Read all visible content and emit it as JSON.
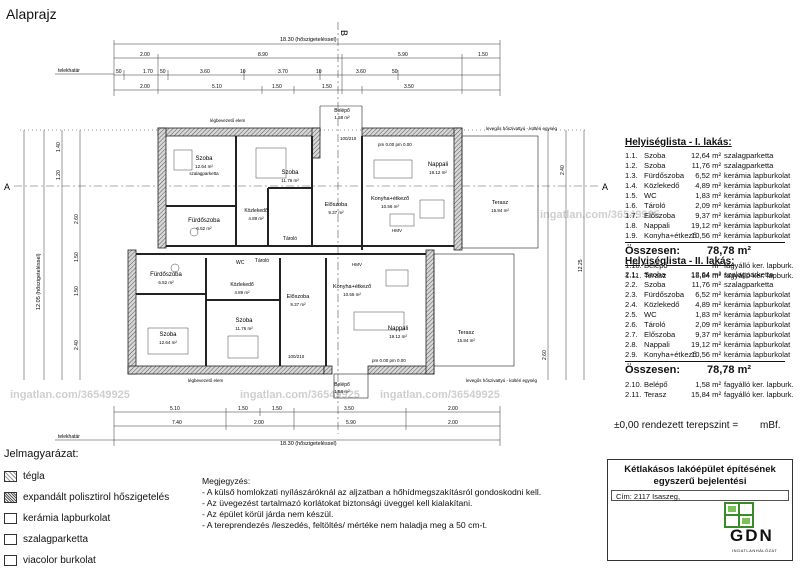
{
  "page_title": "Alaprajz",
  "section_marks": {
    "a": "A",
    "b": "B"
  },
  "overall_width": "18.30 (hőszigeteléssel)",
  "overall_width_bottom": "18.30 (hőszigeteléssel)",
  "overall_depth": "12.05 (hőszigeteléssel)",
  "terrain_label": "telekhatár",
  "dims_top_row1": [
    "2.00",
    "8.90",
    "5.90",
    "1.50"
  ],
  "dims_top_row2": [
    "50",
    "1.70",
    "50",
    "3.60",
    "10",
    "3.70",
    "10",
    "3.60",
    "50"
  ],
  "dims_top_row3": [
    "2.00",
    "5.10",
    "1.50",
    "1.50",
    "3.50"
  ],
  "dims_bottom_row1": [
    "5.10",
    "1.50",
    "1.50",
    "3.50",
    "2.00"
  ],
  "dims_bottom_row2": [
    "7.40",
    "2.00",
    "5.90",
    "2.00"
  ],
  "dims_left": [
    "1.40",
    "1.20",
    "2.60",
    "1.50",
    "1.50",
    "2.40"
  ],
  "dims_right": [
    "2.40",
    "12.25",
    "2.60"
  ],
  "unit_labels": [
    {
      "name": "Szoba",
      "code": "1.1.",
      "area": "12.64 m²",
      "floor": "szalagparketta"
    },
    {
      "name": "Szoba",
      "code": "1.2.",
      "area": "11.76 m²",
      "floor": "szalagparketta"
    },
    {
      "name": "Fürdőszoba",
      "code": "1.3.",
      "area": "6.52 m²",
      "floor": "ker. lapburk."
    },
    {
      "name": "Közlekedő",
      "code": "1.4.",
      "area": "4.89 m²",
      "floor": "ker. lapburk."
    },
    {
      "name": "WC",
      "code": "1.5.",
      "area": "1.83 m²",
      "floor": "ker. lapburk."
    },
    {
      "name": "Tároló",
      "code": "1.6.",
      "area": "2.09 m²",
      "floor": "ker. lapburk."
    },
    {
      "name": "Előszoba",
      "code": "1.7.",
      "area": "9.37 m²",
      "floor": "ker. lapburk."
    },
    {
      "name": "Nappali",
      "code": "1.8.",
      "area": "19.12 m²",
      "floor": "ker. lapburk."
    },
    {
      "name": "Konyha+étkező",
      "code": "1.9.",
      "area": "10.56 m²",
      "floor": "ker. lapburk."
    },
    {
      "name": "Belépő",
      "code": "1.10.",
      "area": "1.58 m²",
      "floor": "fagyálló ker. lapburk."
    },
    {
      "name": "Terasz",
      "code": "1.11.",
      "area": "15.84 m²",
      "floor": "fagyálló ker. lapburk."
    },
    {
      "name": "Szoba",
      "code": "2.1.",
      "area": "12.64 m²",
      "floor": "szalagparketta"
    },
    {
      "name": "Szoba",
      "code": "2.2.",
      "area": "11.76 m²",
      "floor": "szalagparketta"
    },
    {
      "name": "Fürdőszoba",
      "code": "2.3.",
      "area": "6.52 m²",
      "floor": "ker. lapburk."
    },
    {
      "name": "Közlekedő",
      "code": "2.4.",
      "area": "4.89 m²",
      "floor": "ker. lapburk."
    },
    {
      "name": "Tároló",
      "code": "2.6.",
      "area": "2.09 m²",
      "floor": "ker. lapburk."
    },
    {
      "name": "Előszoba",
      "code": "2.7.",
      "area": "9.37 m²",
      "floor": "ker. lapburk."
    },
    {
      "name": "Nappali",
      "code": "2.8.",
      "area": "19.12 m²",
      "floor": "ker. lapburk."
    },
    {
      "name": "Konyha+étkező",
      "code": "2.9.",
      "area": "10.56 m²",
      "floor": "ker. lapburk."
    },
    {
      "name": "Belépő",
      "code": "2.10.",
      "area": "1.58 m²",
      "floor": "fagyálló ker. lapburk."
    },
    {
      "name": "Terasz",
      "code": "2.11.",
      "area": "15.84 m²",
      "floor": "fagyálló ker. lapburk."
    }
  ],
  "plan_annotations": {
    "air_element": "légbevezető elem",
    "wc": "WC",
    "hmv": "HMV",
    "ac_top": "levegős hőszivattyú - kültéri egység",
    "ac_bottom": "levegős hőszivattyú - kültéri egység",
    "door_top": "100/210",
    "door_bottom": "100/210",
    "level_top": "pm 0.00 pm 0.00",
    "level_bottom": "pm 0.00 pm 0.00"
  },
  "room_list_1": {
    "header": "Helyiséglista - I. lakás:",
    "rows": [
      {
        "code": "1.1.",
        "name": "Szoba",
        "area": "12,64 m²",
        "floor": "szalagparketta"
      },
      {
        "code": "1.2.",
        "name": "Szoba",
        "area": "11,76 m²",
        "floor": "szalagparketta"
      },
      {
        "code": "1.3.",
        "name": "Fürdőszoba",
        "area": "6,52 m²",
        "floor": "kerámia lapburkolat"
      },
      {
        "code": "1.4.",
        "name": "Közlekedő",
        "area": "4,89 m²",
        "floor": "kerámia lapburkolat"
      },
      {
        "code": "1.5.",
        "name": "WC",
        "area": "1,83 m²",
        "floor": "kerámia lapburkolat"
      },
      {
        "code": "1.6.",
        "name": "Tároló",
        "area": "2,09 m²",
        "floor": "kerámia lapburkolat"
      },
      {
        "code": "1.7.",
        "name": "Előszoba",
        "area": "9,37 m²",
        "floor": "kerámia lapburkolat"
      },
      {
        "code": "1.8.",
        "name": "Nappali",
        "area": "19,12 m²",
        "floor": "kerámia lapburkolat"
      },
      {
        "code": "1.9.",
        "name": "Konyha+étkező",
        "area": "10,56 m²",
        "floor": "kerámia lapburkolat"
      }
    ],
    "total_label": "Összesen:",
    "total_value": "78,78 m²",
    "extra_rows": [
      {
        "code": "1.10.",
        "name": "Belépő",
        "area": "m²",
        "floor": "fagyálló ker. lapburk."
      },
      {
        "code": "1.11.",
        "name": "Terasz",
        "area": "15,84 m²",
        "floor": "fagyálló ker. lapburk."
      }
    ]
  },
  "room_list_2": {
    "header": "Helyiséglista - II. lakás:",
    "rows": [
      {
        "code": "2.1.",
        "name": "Szoba",
        "area": "12,64 m²",
        "floor": "szalagparketta"
      },
      {
        "code": "2.2.",
        "name": "Szoba",
        "area": "11,76 m²",
        "floor": "szalagparketta"
      },
      {
        "code": "2.3.",
        "name": "Fürdőszoba",
        "area": "6,52 m²",
        "floor": "kerámia lapburkolat"
      },
      {
        "code": "2.4.",
        "name": "Közlekedő",
        "area": "4,89 m²",
        "floor": "kerámia lapburkolat"
      },
      {
        "code": "2.5.",
        "name": "WC",
        "area": "1,83 m²",
        "floor": "kerámia lapburkolat"
      },
      {
        "code": "2.6.",
        "name": "Tároló",
        "area": "2,09 m²",
        "floor": "kerámia lapburkolat"
      },
      {
        "code": "2.7.",
        "name": "Előszoba",
        "area": "9,37 m²",
        "floor": "kerámia lapburkolat"
      },
      {
        "code": "2.8.",
        "name": "Nappali",
        "area": "19,12 m²",
        "floor": "kerámia lapburkolat"
      },
      {
        "code": "2.9.",
        "name": "Konyha+étkező",
        "area": "10,56 m²",
        "floor": "kerámia lapburkolat"
      }
    ],
    "total_label": "Összesen:",
    "total_value": "78,78 m²",
    "extra_rows": [
      {
        "code": "2.10.",
        "name": "Belépő",
        "area": "1,58 m²",
        "floor": "fagyálló ker. lapburk."
      },
      {
        "code": "2.11.",
        "name": "Terasz",
        "area": "15,84 m²",
        "floor": "fagyálló ker. lapburk."
      }
    ]
  },
  "ground_level": {
    "label": "±0,00 rendezett terepszint =",
    "unit": "mBf."
  },
  "legend": {
    "title": "Jelmagyarázat:",
    "items": [
      {
        "label": "tégla",
        "pattern": "brick"
      },
      {
        "label": "expandált polisztirol hőszigetelés",
        "pattern": "eps"
      },
      {
        "label": "kerámia lapburkolat",
        "pattern": "white"
      },
      {
        "label": "szalagparketta",
        "pattern": "white"
      },
      {
        "label": "viacolor burkolat",
        "pattern": "white"
      }
    ]
  },
  "notes": {
    "title": "Megjegyzés:",
    "lines": [
      "- A külső homlokzati nyílászáróknál az aljzatban a hőhídmegszakításról gondoskodni kell.",
      "- Az üvegezést tartalmazó korlátokat biztonsági üveggel kell kialakítani.",
      "- Az épület körül járda nem készül.",
      "- A tereprendezés /leszedés, feltöltés/ mértéke nem haladja meg a 50 cm-t."
    ]
  },
  "title_block": {
    "title_line1": "Kétlakásos lakóépület építésének",
    "title_line2": "egyszerű bejelentési",
    "address": "Cím: 2117 Isaszeg,",
    "logo_text": "GDN",
    "logo_sub": "INGATLANHÁLÓZAT",
    "logo_color": "#3a8a2a"
  },
  "watermarks": [
    "ingatlan.com/36549925",
    "ingatlan.com/36549925",
    "ingatlan.com/36549925",
    "ingatlan.com/36549925"
  ],
  "colors": {
    "line": "#222222",
    "wall_fill": "#9a9a9a",
    "watermark": "#c8c8c8"
  }
}
